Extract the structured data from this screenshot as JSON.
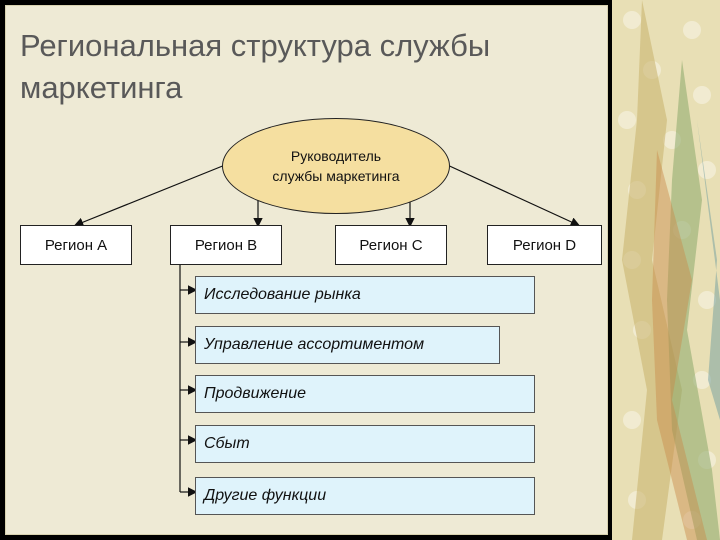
{
  "slide": {
    "title_line1": "Региональная структура службы",
    "title_line2": "маркетинга"
  },
  "diagram": {
    "head_line1": "Руководитель",
    "head_line2": "службы маркетинга",
    "regions": [
      "Регион А",
      "Регион В",
      "Регион С",
      "Регион D"
    ],
    "functions": [
      "Исследование рынка",
      "Управление ассортиментом",
      "Продвижение",
      "Сбыт",
      "Другие функции"
    ]
  },
  "colors": {
    "background": "#eeead5",
    "oval_fill": "#f5dfa0",
    "function_fill": "#dff3fb",
    "title_text": "#595959"
  }
}
